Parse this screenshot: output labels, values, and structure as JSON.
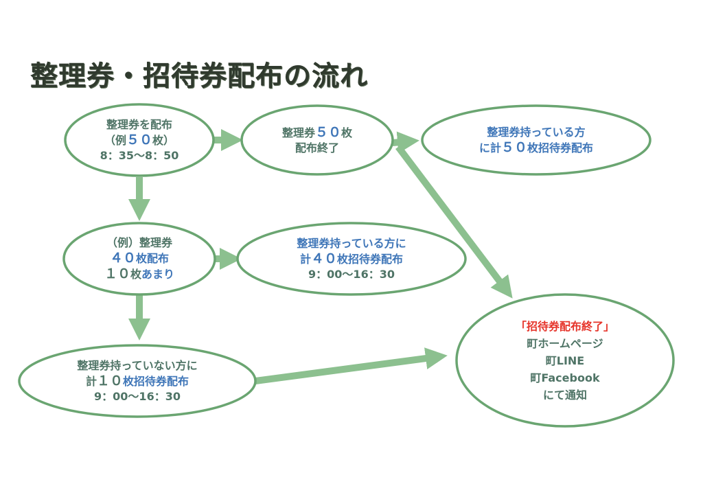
{
  "title": "整理券・招待券配布の流れ",
  "colors": {
    "node_border": "#6aa571",
    "arrow": "#8cc08f",
    "text": "#4f7466",
    "highlight_blue": "#3f76b8",
    "highlight_red": "#e6342a"
  },
  "nodes": {
    "distribute": {
      "line1": "整理券を配布",
      "line2_a": "（例",
      "line2_b": "５０",
      "line2_c": "枚）",
      "line3": "8：35〜8：50"
    },
    "end50": {
      "line1_a": "整理券",
      "line1_b": "５０",
      "line1_c": "枚",
      "line2": "配布終了"
    },
    "invite50": {
      "line1": "整理券持っている方",
      "line2_a": "に計",
      "line2_b": "５０",
      "line2_c": "枚招待券配布"
    },
    "example40": {
      "line1": "（例）整理券",
      "line2_a": "４０",
      "line2_b": "枚配布",
      "line3_a": "１０",
      "line3_b": "枚",
      "line3_c": "あまり"
    },
    "invite40": {
      "line1": "整理券持っている方に",
      "line2_a": "計",
      "line2_b": "４０",
      "line2_c": "枚招待券配布",
      "line3": "9：00〜16：30"
    },
    "invite10": {
      "line1": "整理券持っていない方に",
      "line2_a": "計",
      "line2_b": "１０",
      "line2_c": "枚招待券配布",
      "line3": "9：00〜16：30"
    },
    "finish": {
      "line1": "「招待券配布終了」",
      "line2": "町ホームページ",
      "line3": "町LINE",
      "line4": "町Facebook",
      "line5": "にて通知"
    }
  }
}
